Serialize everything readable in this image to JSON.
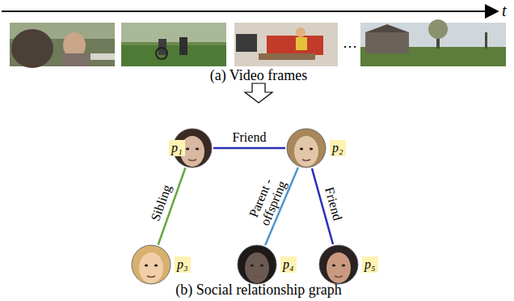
{
  "diagram": {
    "caption": "(b) Social relationship graph",
    "nodes": [
      {
        "text": [
          "p₁"
        ]
      },
      {
        "text": [
          "p₂"
        ]
      },
      {
        "text": [
          "p₃"
        ]
      },
      {
        "text": [
          "p₄"
        ]
      },
      {
        "text": [
          "p₅"
        ]
      }
    ],
    "edges": [
      {
        "from": 0,
        "to": 1,
        "label": "Friend",
        "arrow": "none"
      },
      {
        "from": 0,
        "to": 2,
        "label": "Sibling",
        "arrow": "none"
      },
      {
        "from": 1,
        "to": 3,
        "label": "Parent -offspring",
        "arrow": "none"
      },
      {
        "from": 1,
        "to": 4,
        "label": "Friend",
        "arrow": "none"
      }
    ],
    "labels": [
      "t",
      "…",
      "(a) Video frames"
    ]
  }
}
